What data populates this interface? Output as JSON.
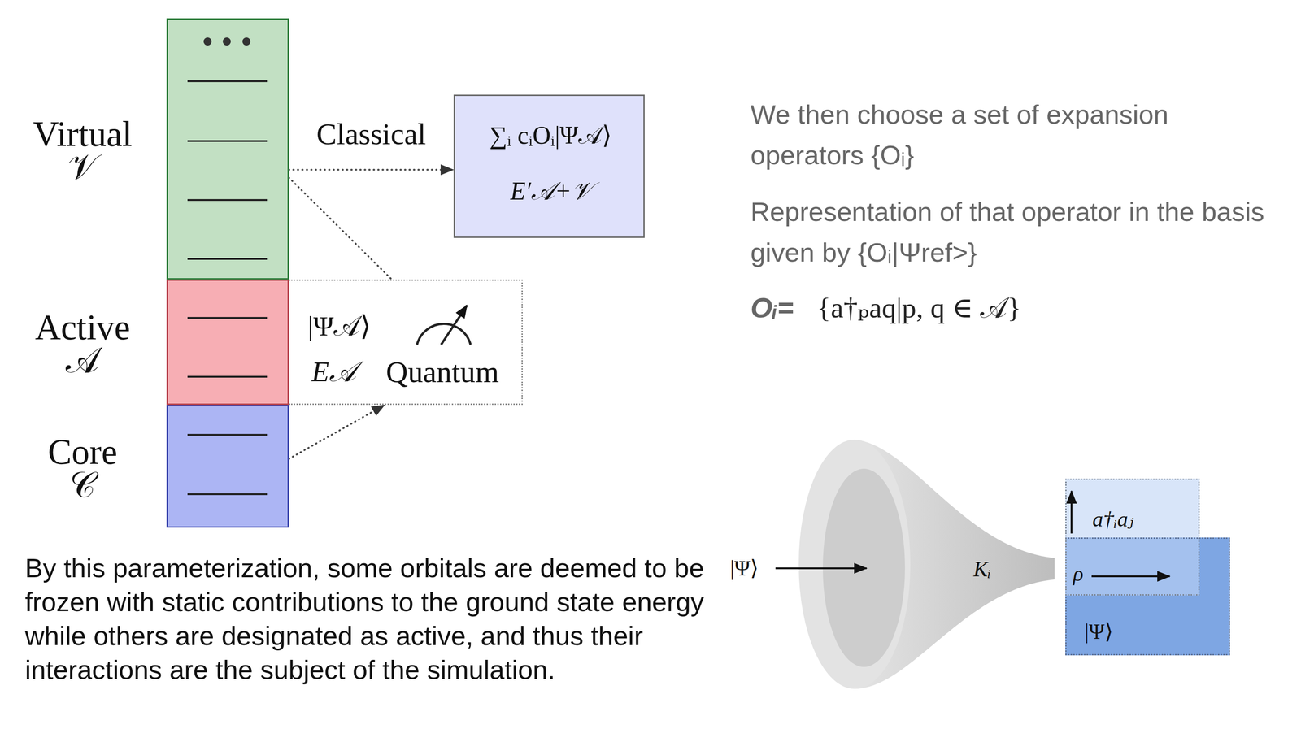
{
  "diagram": {
    "nodes": [
      {
        "text": [
          "Virtual 𝒱"
        ]
      },
      {
        "text": [
          "Active 𝒜"
        ]
      },
      {
        "text": [
          "Core 𝒞"
        ]
      },
      {
        "text": [
          "|Ψ𝒜⟩",
          "E𝒜",
          "Quantum"
        ]
      },
      {
        "text": [
          "∑ᵢ cᵢOᵢ|Ψ𝒜⟩",
          "E′𝒜+𝒱"
        ]
      },
      {
        "text": [
          "a†ᵢaⱼ",
          "ρ"
        ]
      },
      {
        "text": [
          "|Ψ⟩"
        ]
      }
    ],
    "edges": [
      {
        "from": 0,
        "to": 4,
        "arrow": "to",
        "label": "Classical"
      },
      {
        "from": 0,
        "to": 3,
        "arrow": "none"
      },
      {
        "from": 2,
        "to": 3,
        "arrow": "to"
      }
    ],
    "labels": [
      "We then choose a set of expansion operators {Oᵢ}",
      "Representation of that operator in the basis given by {Oᵢ|Ψref>}",
      "Oᵢ=",
      "{a†ₚaq|p, q ∈ 𝒜}",
      "By this parameterization, some orbitals are deemed to be frozen with static contributions to the ground state energy while others are designated as active, and thus their interactions are the subject of the simulation.",
      "|Ψ⟩",
      "Kᵢ"
    ]
  }
}
